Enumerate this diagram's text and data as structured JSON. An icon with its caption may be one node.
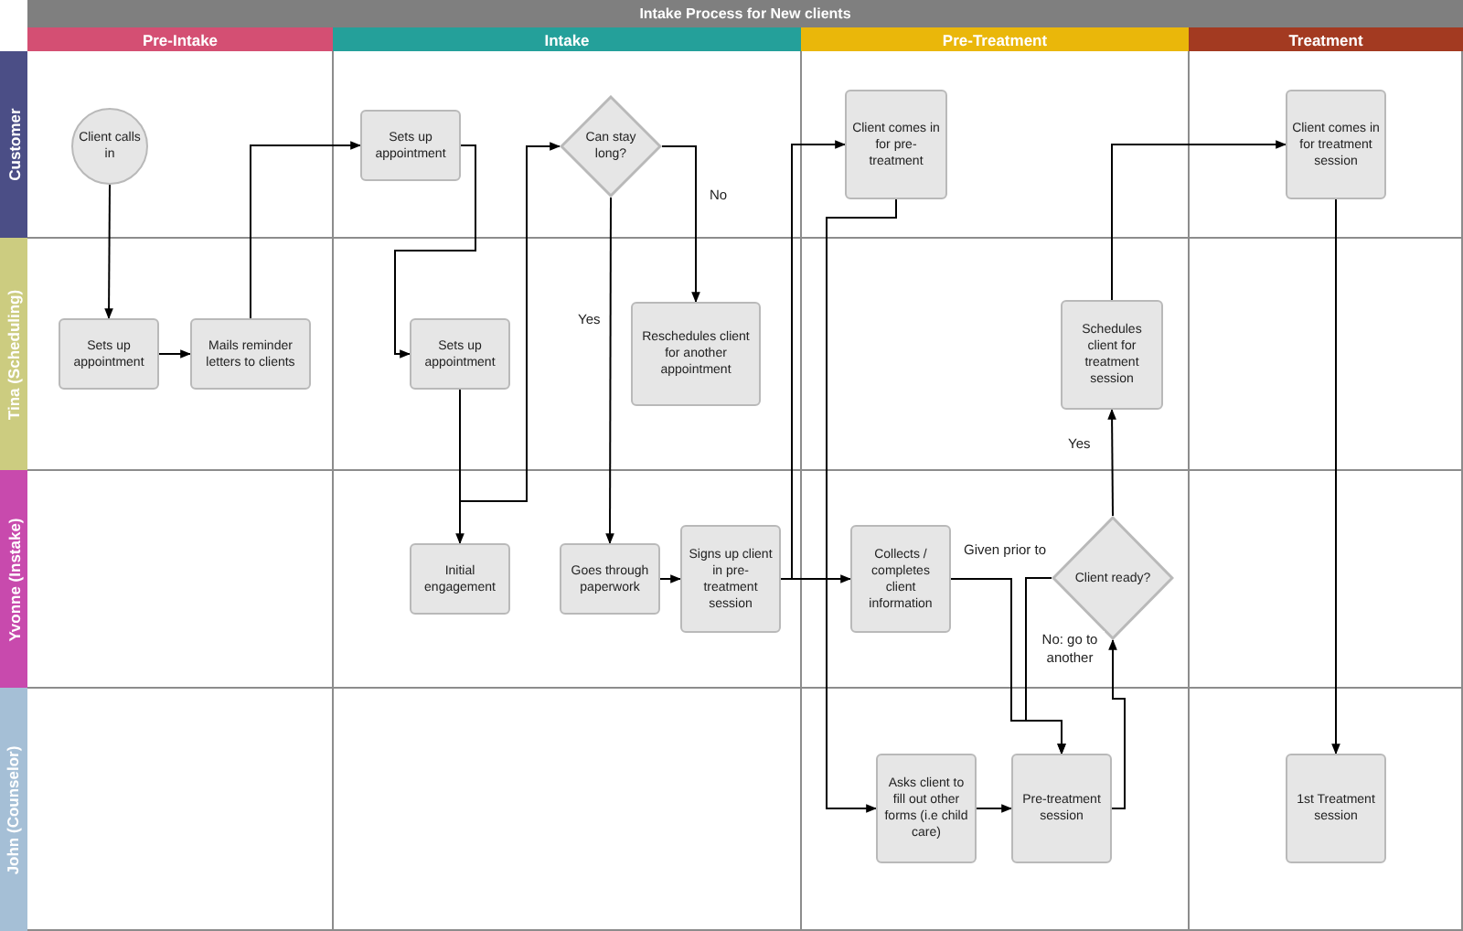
{
  "diagram": {
    "title": "Intake Process for New clients",
    "nodes": [
      {
        "text": [
          "Pre-Intake"
        ]
      },
      {
        "text": [
          "Intake"
        ]
      },
      {
        "text": [
          "Pre-Treatment"
        ]
      },
      {
        "text": [
          "Treatment"
        ]
      },
      {
        "text": [
          "Customer"
        ]
      },
      {
        "text": [
          "Tina (Scheduling)"
        ]
      },
      {
        "text": [
          "Yvonne (Instake)"
        ]
      },
      {
        "text": [
          "John (Counselor)"
        ]
      },
      {
        "text": [
          "Client calls in"
        ]
      },
      {
        "text": [
          "Sets up appointment"
        ]
      },
      {
        "text": [
          "Can stay long?"
        ]
      },
      {
        "text": [
          "Client comes in for pre-treatment"
        ]
      },
      {
        "text": [
          "Client comes in for treatment session"
        ]
      },
      {
        "text": [
          "Sets up appointment"
        ]
      },
      {
        "text": [
          "Mails reminder letters to clients"
        ]
      },
      {
        "text": [
          "Sets up appointment"
        ]
      },
      {
        "text": [
          "Reschedules client for another appointment"
        ]
      },
      {
        "text": [
          "Schedules client for treatment session"
        ]
      },
      {
        "text": [
          "Initial engagement"
        ]
      },
      {
        "text": [
          "Goes through paperwork"
        ]
      },
      {
        "text": [
          "Signs up client in pre-treatment session"
        ]
      },
      {
        "text": [
          "Collects / completes client information"
        ]
      },
      {
        "text": [
          "Client ready?"
        ]
      },
      {
        "text": [
          "Asks client to fill out other forms (i.e child care)"
        ]
      },
      {
        "text": [
          "Pre-treatment session"
        ]
      },
      {
        "text": [
          "1st Treatment session"
        ]
      }
    ],
    "edges": [
      {
        "from": 8,
        "to": 13,
        "arrow": "to"
      },
      {
        "from": 13,
        "to": 14,
        "arrow": "to"
      },
      {
        "from": 14,
        "to": 9,
        "arrow": "to"
      },
      {
        "from": 9,
        "to": 15,
        "arrow": "to"
      },
      {
        "from": 15,
        "to": 18,
        "arrow": "to"
      },
      {
        "from": 15,
        "to": 10,
        "arrow": "to"
      },
      {
        "from": 10,
        "to": 16,
        "arrow": "to",
        "label": "No"
      },
      {
        "from": 10,
        "to": 19,
        "arrow": "to",
        "label": "Yes"
      },
      {
        "from": 19,
        "to": 20,
        "arrow": "to"
      },
      {
        "from": 20,
        "to": 11,
        "arrow": "to"
      },
      {
        "from": 20,
        "to": 21,
        "arrow": "to"
      },
      {
        "from": 11,
        "to": 23,
        "arrow": "to"
      },
      {
        "from": 21,
        "to": 24,
        "arrow": "to",
        "label": "Given prior to"
      },
      {
        "from": 22,
        "to": 24,
        "arrow": "to",
        "label": "No: go to another"
      },
      {
        "from": 23,
        "to": 24,
        "arrow": "to"
      },
      {
        "from": 24,
        "to": 22,
        "arrow": "to"
      },
      {
        "from": 22,
        "to": 17,
        "arrow": "to",
        "label": "Yes"
      },
      {
        "from": 17,
        "to": 12,
        "arrow": "to"
      },
      {
        "from": 12,
        "to": 25,
        "arrow": "to"
      }
    ]
  }
}
